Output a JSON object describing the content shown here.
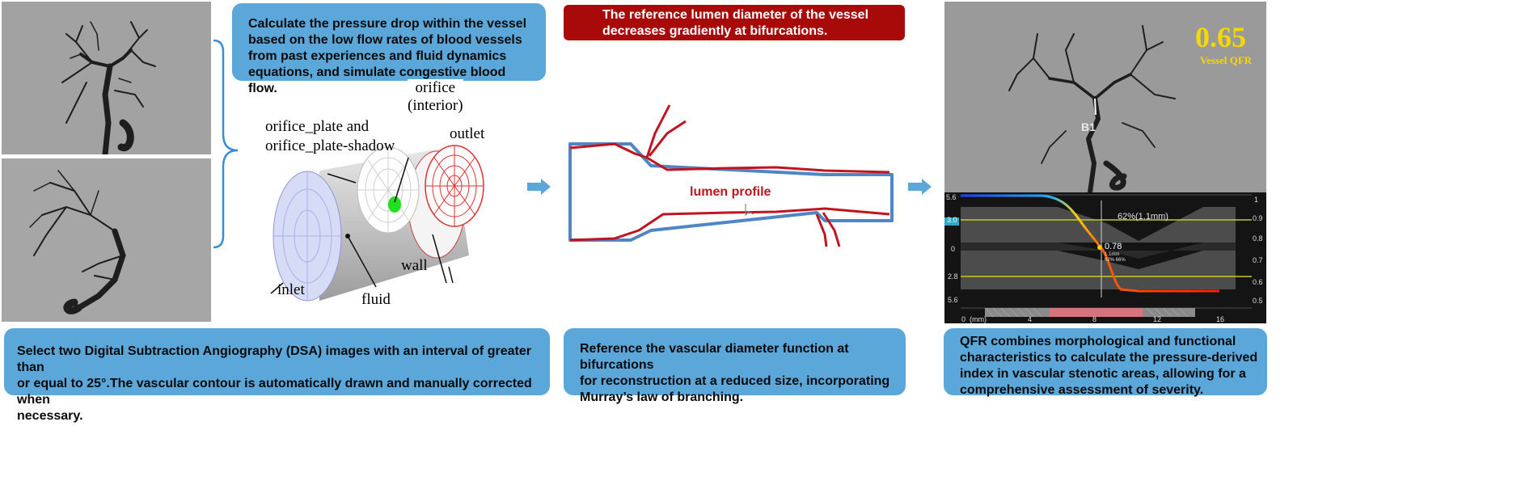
{
  "step1": {
    "top_box": "Calculate the pressure drop within the vessel\nbased on the low flow rates of blood vessels\nfrom past experiences and fluid dynamics\nequations, and simulate congestive blood flow.",
    "bottom_box": "Select two Digital Subtraction Angiography (DSA) images with an interval of greater than\nor equal to 25°.The vascular contour is automatically drawn and manually corrected when\nnecessary.",
    "labels": {
      "orifice_interior": "orifice\n(interior)",
      "orifice_plate": "orifice_plate and\norifice_plate-shadow",
      "outlet": "outlet",
      "inlet": "inlet",
      "fluid": "fluid",
      "wall": "wall"
    }
  },
  "step2": {
    "top_box": "The reference lumen diameter of the vessel\ndecreases gradiently at bifurcations.",
    "lumen_label": "lumen profile",
    "bottom_box": "Reference the vascular diameter function at bifurcations\nfor reconstruction at a reduced size, incorporating\nMurray’s law of branching."
  },
  "step3": {
    "qfr_value": "0.65",
    "qfr_label": "Vessel QFR",
    "vessel_tag": "B1",
    "bottom_box": "QFR combines morphological and functional\ncharacteristics to calculate the pressure-derived\nindex in vascular stenotic areas, allowing for a\ncomprehensive assessment of severity.",
    "plot": {
      "left_ticks": [
        "5.6",
        "3.0",
        "0",
        "2.8",
        "5.6"
      ],
      "right_ticks": [
        "1",
        "0.9",
        "0.8",
        "0.7",
        "0.6",
        "0.5"
      ],
      "x_ticks": [
        "0",
        "(mm)",
        "4",
        "8",
        "12",
        "16"
      ],
      "stenosis_label": "62%(1.1mm)",
      "point_value": "0.78",
      "point_sub1": "1.1mm",
      "point_sub2": "62%  66%"
    }
  },
  "colors": {
    "blue_box": "#5ba7da",
    "red_box": "#a80a0a",
    "qfr_yellow": "#f5d800",
    "lumen_red": "#c0141e",
    "lumen_blue": "#4f86c6",
    "arrow_blue": "#5ba7da"
  }
}
